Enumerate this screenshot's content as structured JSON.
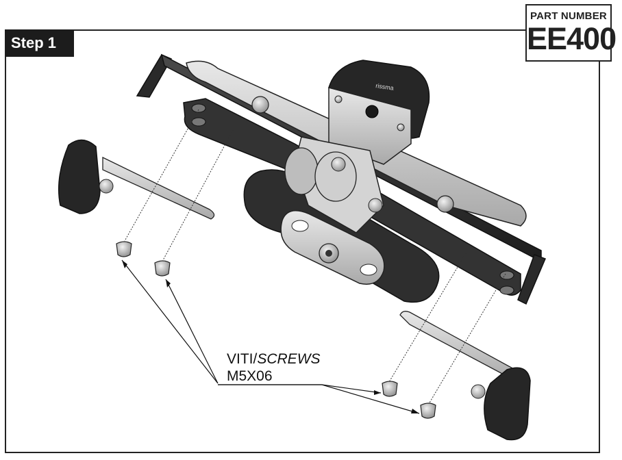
{
  "step_label": "Step 1",
  "part_number": {
    "label": "PART NUMBER",
    "value": "EE400"
  },
  "callout": {
    "line1_plain": "VITI/",
    "line1_italic": "SCREWS",
    "line2": "M5X06"
  },
  "logo_text": "rissma",
  "colors": {
    "dark_part": "#2b2b2b",
    "metal": "#c9c9c9",
    "outline": "#111111"
  }
}
